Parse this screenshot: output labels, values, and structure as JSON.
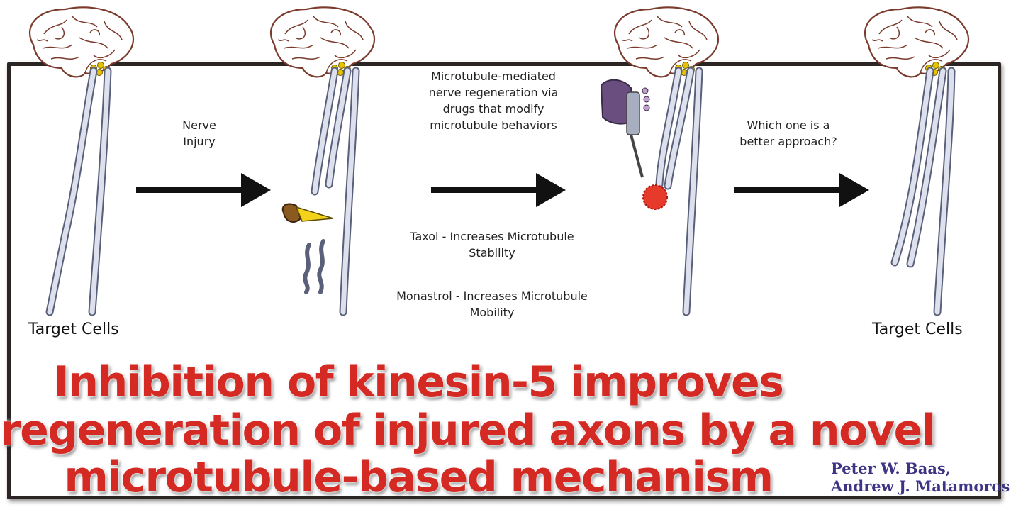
{
  "labels": {
    "left_target": "Target Cells",
    "right_target": "Target Cells",
    "injury": [
      "Nerve",
      "Injury"
    ],
    "mediated": [
      "Microtubule-mediated",
      "nerve regeneration via",
      "drugs that modify",
      "microtubule behaviors"
    ],
    "taxol": [
      "Taxol - Increases Microtubule",
      "Stability"
    ],
    "monastrol": [
      "Monastrol - Increases Microtubule",
      "Mobility"
    ],
    "question": [
      "Which one is a",
      "better approach?"
    ]
  },
  "title": {
    "line1": "Inhibition of kinesin-5 improves",
    "line2": "regeneration of injured axons by a novel",
    "line3": "microtubule-based mechanism"
  },
  "authors": [
    "Peter W. Baas,",
    "Andrew J. Matamoros"
  ],
  "colors": {
    "title": "#d42a23",
    "author": "#3d3484",
    "arrow": "#111111",
    "brain_outline": "#7a3a2c",
    "nerve_outline": "#5a5f7a",
    "nerve_fill": "#dde1ee",
    "soma": "#e5c200",
    "saw_blade": "#f2d21a",
    "growth_cone": "#e63a2a",
    "hand": "#6b4e80"
  },
  "icons": [
    "brain-icon",
    "saw-icon",
    "pipette-hand-icon",
    "growth-cone-icon",
    "arrow-icon"
  ]
}
